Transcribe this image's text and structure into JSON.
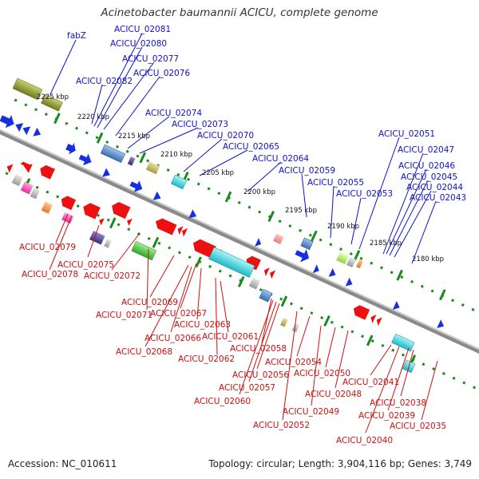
{
  "title": "Acinetobacter baumannii ACICU, complete genome",
  "footer": {
    "accession": "Accession: NC_010611",
    "stats": "Topology: circular; Length: 3,904,116 bp; Genes: 3,749"
  },
  "colors": {
    "backbone": "#8a8a8a",
    "forward_label": "#1010cc",
    "reverse_label": "#cc1010",
    "tick": "#1a8a1a"
  },
  "scale_ticks": [
    "2225 kbp",
    "2220 kbp",
    "2215 kbp",
    "2210 kbp",
    "2205 kbp",
    "2200 kbp",
    "2195 kbp",
    "2190 kbp",
    "2185 kbp",
    "2180 kbp"
  ],
  "forward_labels": [
    "fabZ",
    "ACICU_02081",
    "ACICU_02080",
    "ACICU_02077",
    "ACICU_02082",
    "ACICU_02076",
    "ACICU_02074",
    "ACICU_02073",
    "ACICU_02070",
    "ACICU_02065",
    "ACICU_02064",
    "ACICU_02059",
    "ACICU_02055",
    "ACICU_02053",
    "ACICU_02051",
    "ACICU_02047",
    "ACICU_02046",
    "ACICU_02045",
    "ACICU_02044",
    "ACICU_02043"
  ],
  "reverse_labels": [
    "ACICU_02079",
    "ACICU_02078",
    "ACICU_02075",
    "ACICU_02072",
    "ACICU_02069",
    "ACICU_02071",
    "ACICU_02067",
    "ACICU_02063",
    "ACICU_02066",
    "ACICU_02068",
    "ACICU_02061",
    "ACICU_02062",
    "ACICU_02058",
    "ACICU_02054",
    "ACICU_02056",
    "ACICU_02050",
    "ACICU_02057",
    "ACICU_02048",
    "ACICU_02060",
    "ACICU_02049",
    "ACICU_02052",
    "ACICU_02041",
    "ACICU_02038",
    "ACICU_02039",
    "ACICU_02040",
    "ACICU_02035"
  ]
}
